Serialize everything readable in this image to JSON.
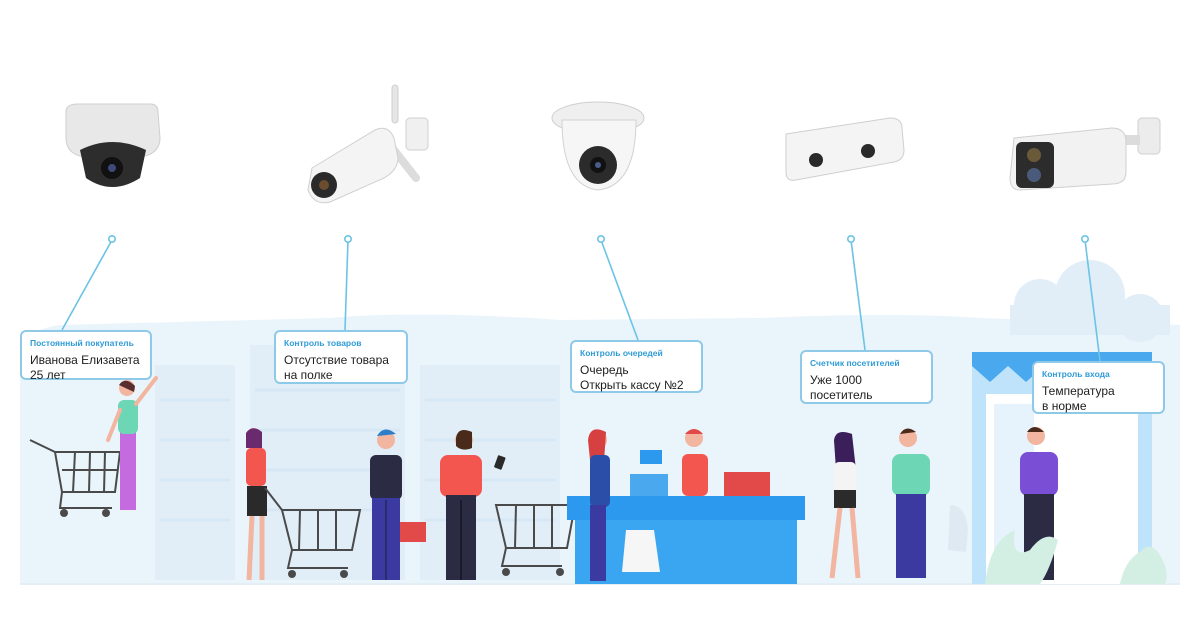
{
  "callouts": [
    {
      "title": "Постоянный покупатель",
      "line1": "Иванова Елизавета",
      "line2": "25 лет"
    },
    {
      "title": "Контроль товаров",
      "line1": "Отсутствие товара",
      "line2": "на полке"
    },
    {
      "title": "Контроль очередей",
      "line1": "Очередь",
      "line2": "Открыть кассу №2"
    },
    {
      "title": "Счетчик посетителей",
      "line1": "Уже 1000",
      "line2": "посетитель"
    },
    {
      "title": "Контроль входа",
      "line1": "Температура",
      "line2": "в норме"
    }
  ],
  "icons": [
    "dome-camera-icon",
    "wifi-bullet-camera-icon",
    "turret-camera-icon",
    "people-counter-camera-icon",
    "thermal-bullet-camera-icon"
  ],
  "colors": {
    "accent": "#2f9bd6",
    "connector": "#6cc3e6",
    "callout_border": "#8fc9e8",
    "counter": "#2c98ee",
    "backdrop": "#e8f3fb"
  }
}
